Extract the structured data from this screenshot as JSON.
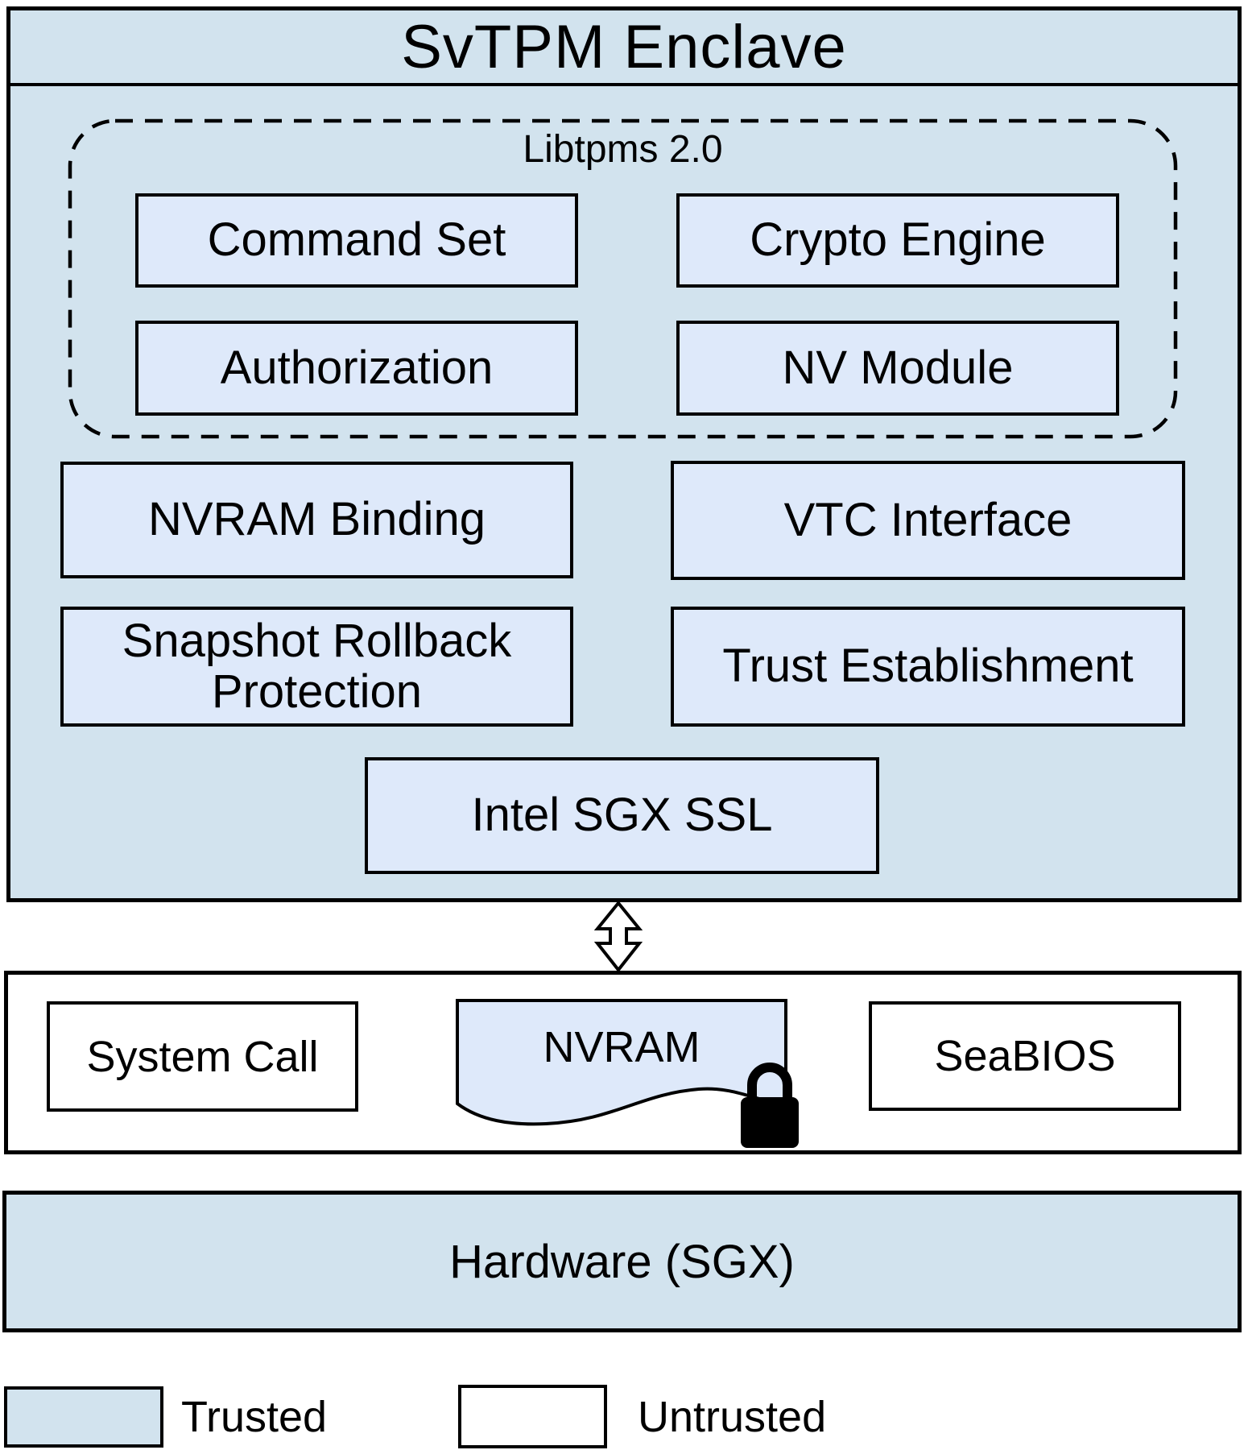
{
  "colors": {
    "trusted_fill": "#d2e3ee",
    "module_fill": "#dee9fa",
    "untrusted_fill": "#ffffff",
    "border": "#000000"
  },
  "enclave": {
    "title": "SvTPM Enclave",
    "libtpms": {
      "label": "Libtpms 2.0",
      "modules": [
        "Command Set",
        "Crypto Engine",
        "Authorization",
        "NV Module"
      ]
    },
    "modules": [
      "NVRAM Binding",
      "VTC Interface",
      "Snapshot Rollback Protection",
      "Trust Establishment",
      "Intel SGX SSL"
    ]
  },
  "host": {
    "system_call": "System Call",
    "nvram": "NVRAM",
    "seabios": "SeaBIOS"
  },
  "hardware": {
    "label": "Hardware (SGX)"
  },
  "legend": {
    "trusted": "Trusted",
    "untrusted": "Untrusted"
  }
}
